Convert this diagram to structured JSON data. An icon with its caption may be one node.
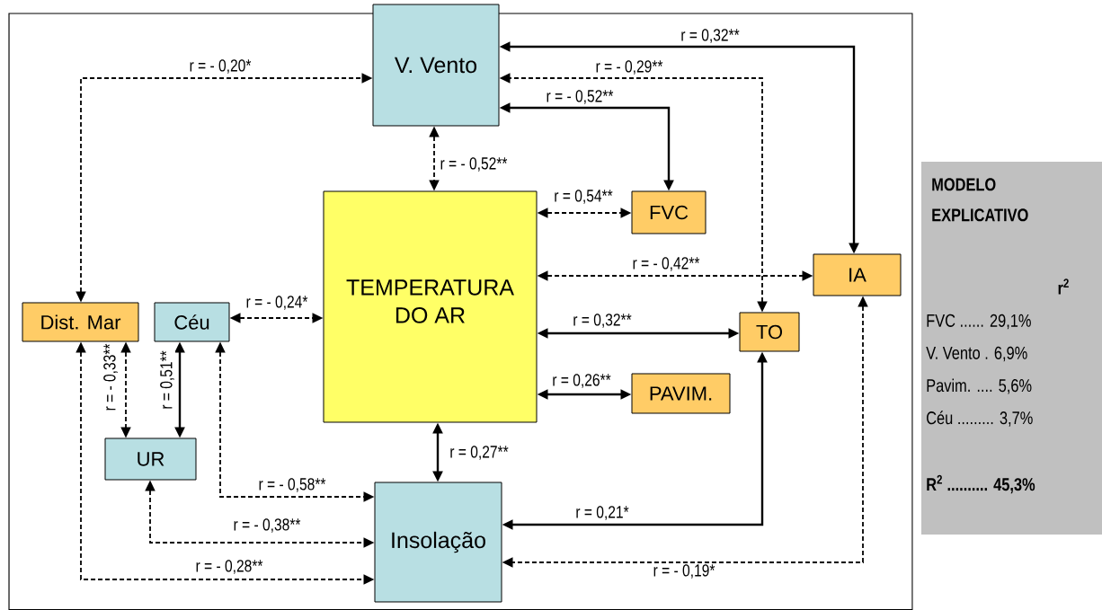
{
  "diagram": {
    "nodes": [
      {
        "text": [
          "V. Vento"
        ]
      },
      {
        "text": [
          "FVC"
        ]
      },
      {
        "text": [
          "TEMPERATURA DO AR"
        ]
      },
      {
        "text": [
          "IA"
        ]
      },
      {
        "text": [
          "Dist. Mar"
        ]
      },
      {
        "text": [
          "Céu"
        ]
      },
      {
        "text": [
          "TO"
        ]
      },
      {
        "text": [
          "PAVIM."
        ]
      },
      {
        "text": [
          "UR"
        ]
      },
      {
        "text": [
          "Insolação"
        ]
      },
      {
        "text": [
          "MODELO EXPLICATIVO",
          "r$^{2}$",
          "FVC ...... 29,1%",
          "V. Vento . 6,9%",
          "Pavim. .... 5,6%",
          "Céu ......... 3,7%",
          "R$^{2}$ .......... 45,3%"
        ]
      }
    ],
    "edges": [
      {
        "from": 3,
        "to": 0,
        "arrow": "both",
        "label": "r = 0,32**"
      },
      {
        "from": 6,
        "to": 0,
        "arrow": "both",
        "label": "r = - 0,29**",
        "style": "dashed"
      },
      {
        "from": 1,
        "to": 0,
        "arrow": "both",
        "label": "r = - 0,52**"
      },
      {
        "from": 4,
        "to": 0,
        "arrow": "both",
        "label": "r = - 0,20*",
        "style": "dashed"
      },
      {
        "from": 0,
        "to": 2,
        "arrow": "both",
        "label": "r = - 0,52**",
        "style": "dashed"
      },
      {
        "from": 2,
        "to": 1,
        "arrow": "both",
        "label": "r = 0,54**",
        "style": "dashed"
      },
      {
        "from": 2,
        "to": 3,
        "arrow": "both",
        "label": "r = - 0,42**",
        "style": "dashed"
      },
      {
        "from": 5,
        "to": 2,
        "arrow": "both",
        "label": "r = - 0,24*",
        "style": "dashed"
      },
      {
        "from": 2,
        "to": 6,
        "arrow": "both",
        "label": "r = 0,32**"
      },
      {
        "from": 2,
        "to": 7,
        "arrow": "both",
        "label": "r = 0,26**"
      },
      {
        "from": 4,
        "to": 8,
        "arrow": "both",
        "label": "r = - 0,33**",
        "style": "dashed"
      },
      {
        "from": 5,
        "to": 8,
        "arrow": "both",
        "label": "r = 0,51**"
      },
      {
        "from": 2,
        "to": 9,
        "arrow": "both",
        "label": "r = 0,27**"
      },
      {
        "from": 5,
        "to": 9,
        "arrow": "both",
        "label": "r = - 0,58**",
        "style": "dashed"
      },
      {
        "from": 8,
        "to": 9,
        "arrow": "both",
        "label": "r = - 0,38**",
        "style": "dashed"
      },
      {
        "from": 4,
        "to": 9,
        "arrow": "both",
        "label": "r = - 0,28**",
        "style": "dashed"
      },
      {
        "from": 6,
        "to": 9,
        "arrow": "both",
        "label": "r = 0,21*"
      },
      {
        "from": 3,
        "to": 9,
        "arrow": "both",
        "label": "r = - 0,19*",
        "style": "dashed"
      }
    ]
  }
}
